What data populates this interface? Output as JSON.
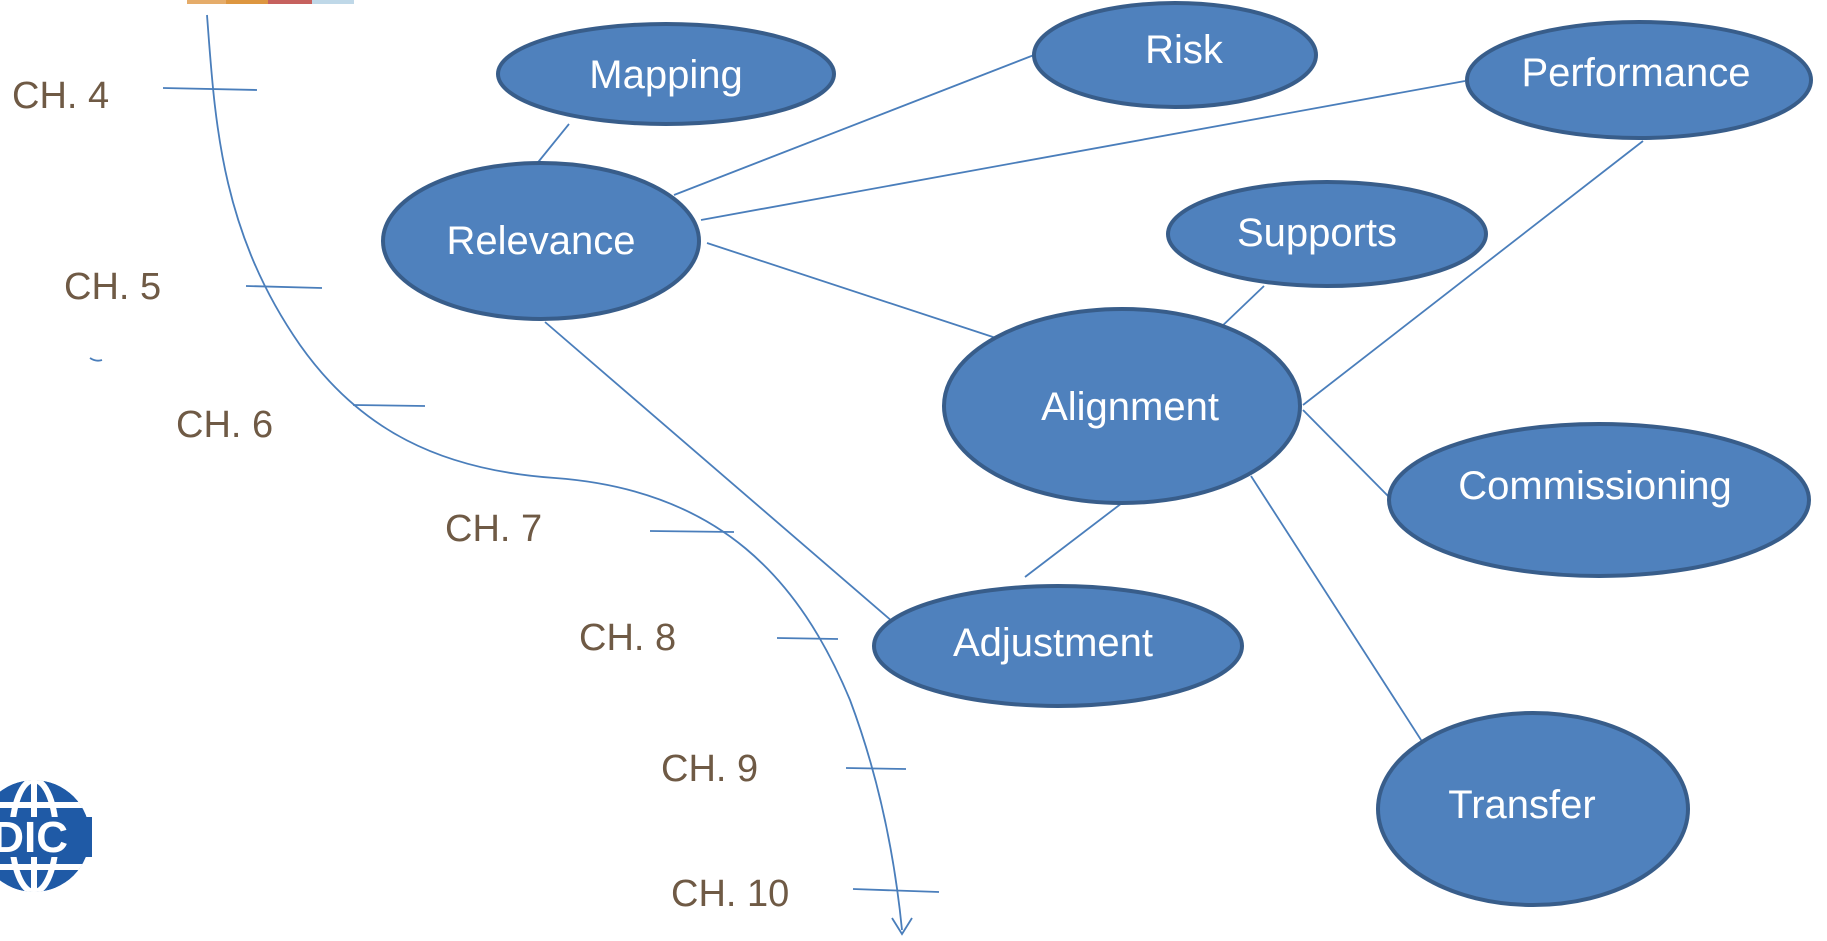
{
  "top_strip_colors": [
    "#e2a35a",
    "#d98b2b",
    "#c0504d",
    "#b8d4e6"
  ],
  "nodes": [
    {
      "id": "mapping",
      "label": "Mapping"
    },
    {
      "id": "risk",
      "label": "Risk"
    },
    {
      "id": "performance",
      "label": "Performance"
    },
    {
      "id": "relevance",
      "label": "Relevance"
    },
    {
      "id": "supports",
      "label": "Supports"
    },
    {
      "id": "alignment",
      "label": "Alignment"
    },
    {
      "id": "commissioning",
      "label": "Commissioning"
    },
    {
      "id": "adjustment",
      "label": "Adjustment"
    },
    {
      "id": "transfer",
      "label": "Transfer"
    }
  ],
  "edges": [
    {
      "from": "mapping",
      "to": "relevance"
    },
    {
      "from": "relevance",
      "to": "risk"
    },
    {
      "from": "relevance",
      "to": "performance"
    },
    {
      "from": "relevance",
      "to": "alignment"
    },
    {
      "from": "relevance",
      "to": "adjustment"
    },
    {
      "from": "supports",
      "to": "alignment"
    },
    {
      "from": "alignment",
      "to": "performance"
    },
    {
      "from": "alignment",
      "to": "commissioning"
    },
    {
      "from": "alignment",
      "to": "transfer"
    },
    {
      "from": "alignment",
      "to": "adjustment"
    }
  ],
  "chapters": [
    {
      "label": "CH. 4"
    },
    {
      "label": "CH. 5"
    },
    {
      "label": "CH. 6"
    },
    {
      "label": "CH. 7"
    },
    {
      "label": "CH. 8"
    },
    {
      "label": "CH. 9"
    },
    {
      "label": "CH. 10"
    }
  ],
  "logo": {
    "text": "IDIC",
    "color": "#1f5aa6"
  },
  "colors": {
    "node_fill": "#4f81bd",
    "node_stroke": "#385d8a",
    "line": "#4a7ebb",
    "chapter_text": "#6f5a45",
    "node_text": "#ffffff"
  }
}
